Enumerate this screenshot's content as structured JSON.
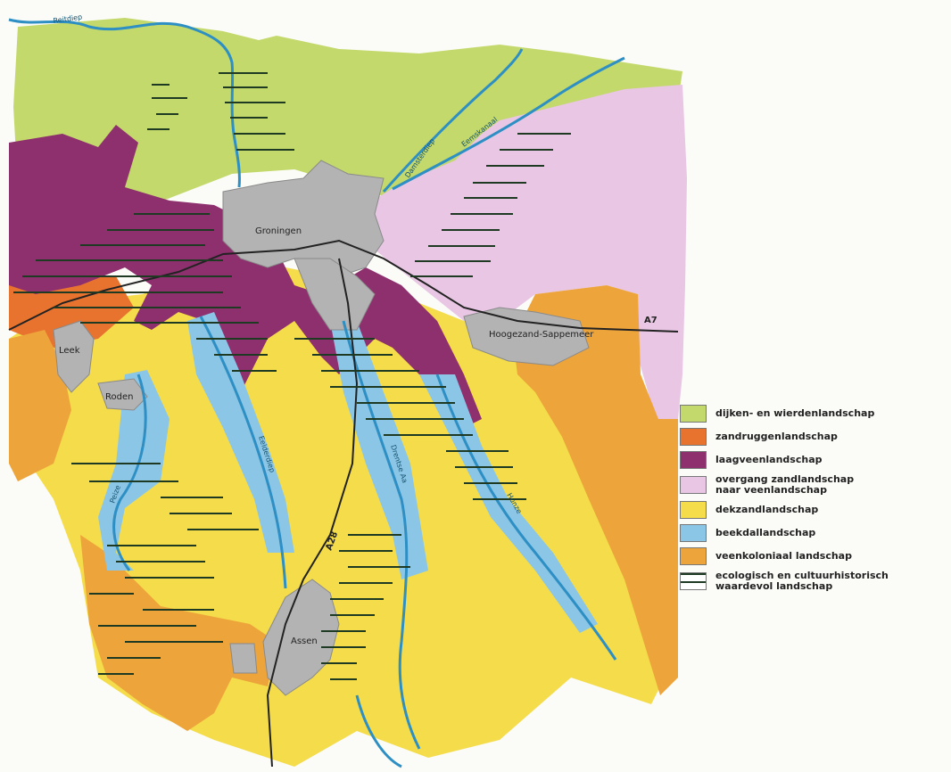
{
  "map": {
    "rivers": [
      "Reitdiep",
      "Damsterdiep",
      "Eemskanaal",
      "Eelderdiep",
      "Drentse Aa",
      "Hunze",
      "Peize"
    ],
    "places": [
      "Groningen",
      "Leek",
      "Roden",
      "Hoogezand-Sappemeer",
      "Assen"
    ],
    "roads": [
      "A7",
      "A28"
    ]
  },
  "legend": {
    "items": [
      {
        "label": "dijken- en wierdenlandschap",
        "color": "#c3d96b"
      },
      {
        "label": "zandruggenlandschap",
        "color": "#e8732f"
      },
      {
        "label": "laagveenlandschap",
        "color": "#8e2f6e"
      },
      {
        "label": "overgang zandlandschap\nnaar veenlandschap",
        "color": "#e8c6e4"
      },
      {
        "label": "dekzandlandschap",
        "color": "#f4dc4a"
      },
      {
        "label": "beekdallandschap",
        "color": "#8cc6e6"
      },
      {
        "label": "veenkoloniaal landschap",
        "color": "#eda43a"
      },
      {
        "label": "ecologisch en cultuurhistorisch\nwaardevol landschap",
        "color": "#ffffff"
      }
    ]
  },
  "colors": {
    "river": "#2d8fc4",
    "urban": "#b3b3b3",
    "road": "#222222",
    "hatch": "#1f3a22"
  }
}
